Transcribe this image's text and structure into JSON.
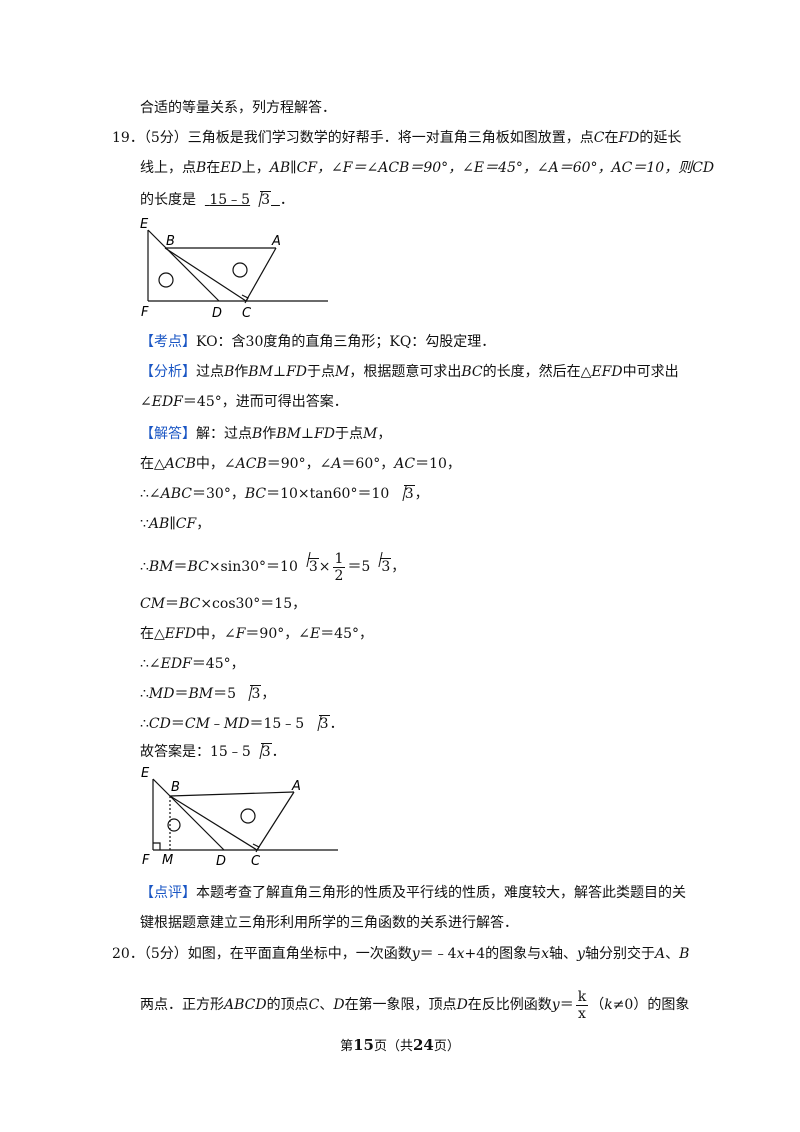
{
  "intro": "合适的等量关系，列方程解答．",
  "q19": {
    "number": "19．",
    "score": "（5分）",
    "text1": "三角板是我们学习数学的好帮手．将一对直角三角板如图放置，点",
    "pC": "C",
    "t_in": "在",
    "pFD": "FD",
    "t_ext": "的延长",
    "text2a": "线上，点",
    "pB": "B",
    "t_on": "在",
    "pED": "ED",
    "t_comma": "上，",
    "cond": "AB∥CF，∠F＝∠ACB＝90°，∠E＝45°，∠A＝60°，AC＝10，则",
    "pCD": "CD",
    "text3": "的长度是",
    "answer_a": "15﹣5",
    "answer_rad": "3",
    "text3_end": "．",
    "fig_labels": {
      "E": "E",
      "B": "B",
      "A": "A",
      "F": "F",
      "D": "D",
      "C": "C"
    }
  },
  "kaodian": {
    "tag": "【考点】",
    "text": "KO：含30度角的直角三角形；KQ：勾股定理．"
  },
  "fenxi": {
    "tag": "【分析】",
    "line1a": "过点",
    "pB": "B",
    "line1b": "作",
    "bm": "BM⊥FD",
    "line1c": "于点",
    "pM": "M",
    "line1d": "，根据题意可求出",
    "bc": "BC",
    "line1e": "的长度，然后在△",
    "efd": "EFD",
    "line1f": "中可求出",
    "line2a": "∠",
    "edf": "EDF",
    "line2b": "＝45°，进而可得出答案．"
  },
  "jieda": {
    "tag": "【解答】",
    "l1a": "解：过点",
    "pB": "B",
    "l1b": "作",
    "bm": "BM⊥FD",
    "l1c": "于点",
    "pM": "M",
    "l1d": "，",
    "l2a": "在△",
    "acb": "ACB",
    "l2b": "中，∠",
    "acb2": "ACB",
    "l2c": "＝90°，∠",
    "a": "A",
    "l2d": "＝60°，",
    "ac": "AC",
    "l2e": "＝10，",
    "l3a": "∴∠",
    "abc": "ABC",
    "l3b": "＝30°，",
    "bc": "BC",
    "l3c": "＝10×tan60°＝10",
    "l3rad": "3",
    "l3d": "，",
    "l4a": "∵",
    "abcf": "AB∥CF",
    "l4b": "，",
    "l5a": "∴",
    "bm2": "BM",
    "l5b": "＝",
    "bc2": "BC",
    "l5c": "×sin30°＝10",
    "l5rad": "3",
    "l5times": "×",
    "l5num": "1",
    "l5den": "2",
    "l5d": "＝5",
    "l5rad2": "3",
    "l5e": "，",
    "l6a": "CM",
    "l6b": "＝",
    "l6c": "BC",
    "l6d": "×cos30°＝15，",
    "l7a": "在△",
    "efd": "EFD",
    "l7b": "中，∠",
    "f": "F",
    "l7c": "＝90°，∠",
    "e": "E",
    "l7d": "＝45°，",
    "l8a": "∴∠",
    "edf": "EDF",
    "l8b": "＝45°，",
    "l9a": "∴",
    "md": "MD",
    "l9b": "＝",
    "bm3": "BM",
    "l9c": "＝5",
    "l9rad": "3",
    "l9d": "，",
    "l10a": "∴",
    "cd": "CD",
    "l10b": "＝",
    "cm": "CM",
    "l10c": "﹣",
    "md2": "MD",
    "l10d": "＝15﹣5",
    "l10rad": "3",
    "l10e": "．",
    "l11a": "故答案是：15﹣5",
    "l11rad": "3",
    "l11b": "．",
    "fig_labels": {
      "E": "E",
      "B": "B",
      "A": "A",
      "F": "F",
      "M": "M",
      "D": "D",
      "C": "C"
    }
  },
  "dianping": {
    "tag": "【点评】",
    "line1": "本题考查了解直角三角形的性质及平行线的性质，难度较大，解答此类题目的关",
    "line2": "键根据题意建立三角形利用所学的三角函数的关系进行解答．"
  },
  "q20": {
    "number": "20．",
    "score": "（5分）",
    "t1": "如图，在平面直角坐标中，一次函数",
    "y": "y",
    "t2": "＝﹣4",
    "x": "x",
    "t3": "+4的图象与",
    "x2": "x",
    "t4": "轴、",
    "y2": "y",
    "t5": "轴分别交于",
    "A": "A",
    "t6": "、",
    "B": "B",
    "l2a": "两点．正方形",
    "abcd": "ABCD",
    "l2b": "的顶点",
    "C": "C",
    "l2c": "、",
    "D": "D",
    "l2d": "在第一象限，顶点",
    "D2": "D",
    "l2e": "在反比例函数",
    "y3": "y",
    "l2f": "＝",
    "k": "k",
    "xden": "x",
    "l2g": "（",
    "k2": "k",
    "l2h": "≠0）的图象"
  },
  "footer": {
    "pre": "第",
    "page": "15",
    "mid": "页（共",
    "total": "24",
    "post": "页）"
  }
}
